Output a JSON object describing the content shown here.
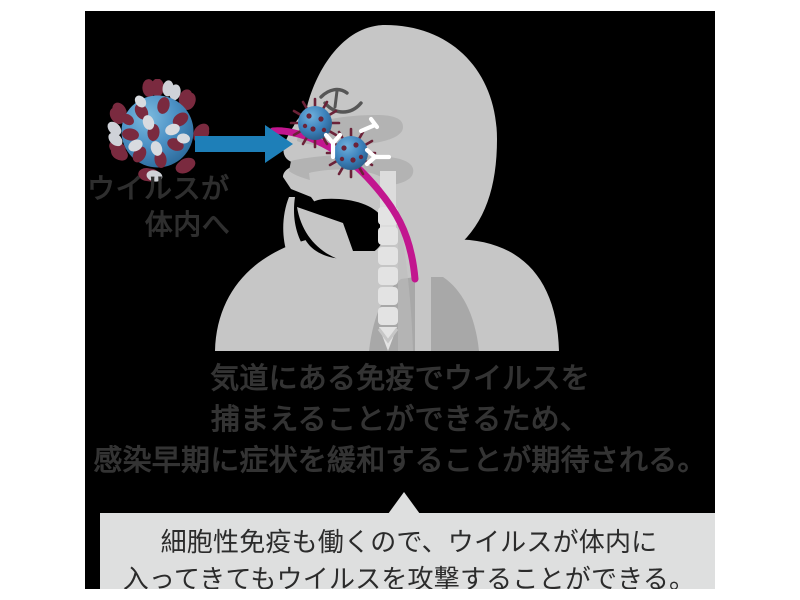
{
  "figure": {
    "title_alt": "ウイルスが体内に入ってから気道の免疫が働く仕組みの図",
    "virus_label": {
      "line1": "ウイルスが",
      "line2": "体内へ"
    },
    "arrow_icon": "right-arrow-icon",
    "virus_icon": "coronavirus-particle-icon",
    "anatomy_icon": "human-head-torso-airway-icon",
    "airway_curve_icon": "airway-immunity-curve-icon",
    "antibody_icon": "antibody-y-icon"
  },
  "caption": {
    "line1": "気道にある免疫でウイルスを",
    "line2": "捕まえることができるため、",
    "line3": "感染早期に症状を緩和することが期待される。"
  },
  "callout": {
    "line1": "細胞性免疫も働くので、ウイルスが体内に",
    "line2": "入ってきてもウイルスを攻撃することができる。"
  },
  "colors": {
    "background": "#000000",
    "page": "#ffffff",
    "body_silhouette": "#c6c6c6",
    "body_shade": "#b3b3b3",
    "lung": "#a8a8a8",
    "trachea": "#dcdcdc",
    "arrow_blue": "#1e7fb8",
    "virus_blue": "#4a90c4",
    "virus_spike_red": "#7a2a3f",
    "airway_magenta": "#c2168f",
    "caption_text": "#333333",
    "virus_label_text": "#2e2e2e",
    "callout_bg": "#dedfdf",
    "callout_text": "#2b2b2b"
  }
}
